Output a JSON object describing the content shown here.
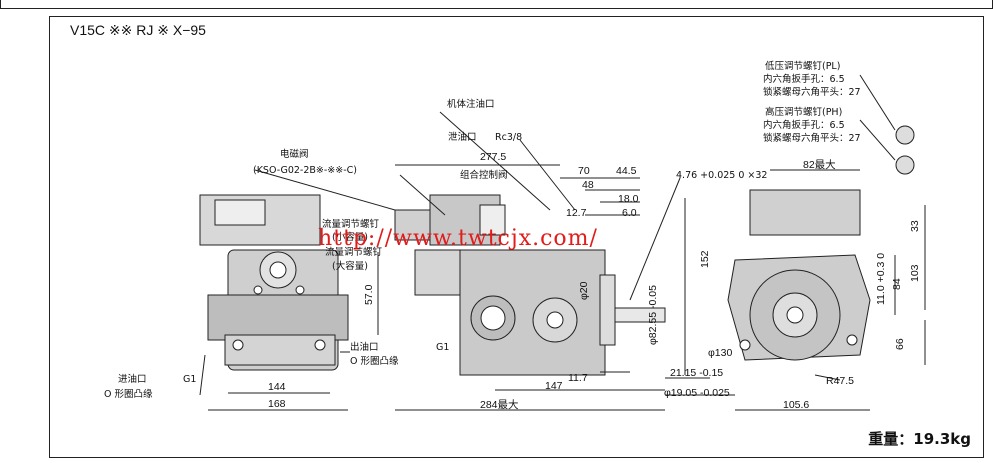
{
  "model_code": "V15C ※※ RJ ※ X−95",
  "weight": "重量：19.3kg",
  "watermark": "http://www.twtcjx.com/",
  "labels": {
    "solenoid_valve": "电磁阀",
    "solenoid_model": "(KSO-G02-2B※-※※-C)",
    "body_fill_port": "机体注油口",
    "drain_port": "泄油口",
    "drain_port_size": "Rc3/8",
    "combined_control_valve": "组合控制阀",
    "flow_adjust_small": "流量调节螺钉",
    "flow_small_cap": "(小容量)",
    "flow_adjust_large": "流量调节螺钉",
    "flow_large_cap": "(大容量)",
    "outlet": "出油口",
    "outlet_flange": "O 形圈凸缘",
    "outlet_g1": "G1",
    "inlet": "进油口",
    "inlet_g1": "G1",
    "inlet_flange": "O 形圈凸缘",
    "low_pressure_screw": "低压调节螺钉(PL)",
    "low_hex": "内六角扳手孔：6.5",
    "low_nut": "锁紧螺母六角平头：27",
    "high_pressure_screw": "高压调节螺钉(PH)",
    "high_hex": "内六角扳手孔：6.5",
    "high_nut": "锁紧螺母六角平头：27",
    "key_spec": "4.76 +0.025 0 ×32"
  },
  "dimensions": {
    "d_277_5": "277.5",
    "d_70": "70",
    "d_44_5": "44.5",
    "d_48": "48",
    "d_18": "18.0",
    "d_12_7": "12.7",
    "d_6": "6.0",
    "d_152": "152",
    "d_57": "57.0",
    "d_20": "φ20",
    "d_82_55": "φ82.55 -0.05",
    "d_21_15": "21.15 -0.15",
    "d_19_05": "φ19.05 -0.025",
    "d_11_7": "11.7",
    "d_147": "147",
    "d_284": "284最大",
    "d_144": "144",
    "d_168": "168",
    "d_82max": "82最大",
    "d_33": "33",
    "d_103": "103",
    "d_84": "84",
    "d_11_0": "11.0 +0.3 0",
    "d_66": "66",
    "d_130": "φ130",
    "d_r47_5": "R47.5",
    "d_105_6": "105.6"
  }
}
